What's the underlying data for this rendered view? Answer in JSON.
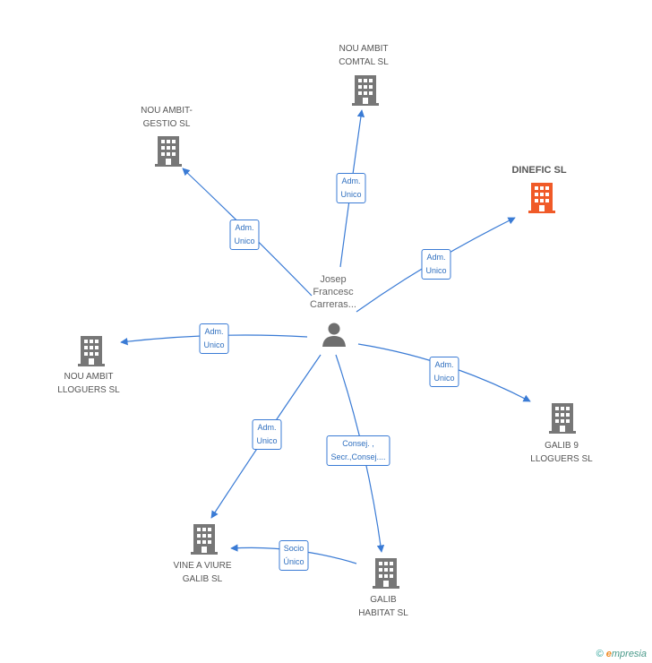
{
  "center": {
    "label": "Josep\nFrancesc\nCarreras..."
  },
  "nodes": [
    {
      "id": "nou-ambit-comtal",
      "label": "NOU AMBIT\nCOMTAL SL",
      "color": "#777777"
    },
    {
      "id": "nou-ambit-gestio",
      "label": "NOU AMBIT-\nGESTIO SL",
      "color": "#777777"
    },
    {
      "id": "dinefic",
      "label": "DINEFIC SL",
      "color": "#f05a28",
      "highlight": true
    },
    {
      "id": "nou-ambit-lloguers",
      "label": "NOU AMBIT\nLLOGUERS SL",
      "color": "#777777"
    },
    {
      "id": "galib-9",
      "label": "GALIB 9\nLLOGUERS SL",
      "color": "#777777"
    },
    {
      "id": "vine-a-viure",
      "label": "VINE A VIURE\nGALIB SL",
      "color": "#777777"
    },
    {
      "id": "galib-habitat",
      "label": "GALIB\nHABITAT SL",
      "color": "#777777"
    }
  ],
  "edges": [
    {
      "id": "to-comtal",
      "label": "Adm.\nUnico"
    },
    {
      "id": "to-gestio",
      "label": "Adm.\nUnico"
    },
    {
      "id": "to-dinefic",
      "label": "Adm.\nUnico"
    },
    {
      "id": "to-lloguers",
      "label": "Adm.\nUnico"
    },
    {
      "id": "to-galib9",
      "label": "Adm.\nUnico"
    },
    {
      "id": "to-vine",
      "label": "Adm.\nUnico"
    },
    {
      "id": "to-habitat",
      "label": "Consej. ,\nSecr.,Consej...."
    },
    {
      "id": "habitat-to-vine",
      "label": "Socio\nÚnico"
    }
  ],
  "footer": {
    "copyright": "©",
    "brand_initial": "e",
    "brand_rest": "mpresia"
  },
  "colors": {
    "edge": "#3a7bd5",
    "building": "#777777",
    "highlight": "#f05a28"
  }
}
